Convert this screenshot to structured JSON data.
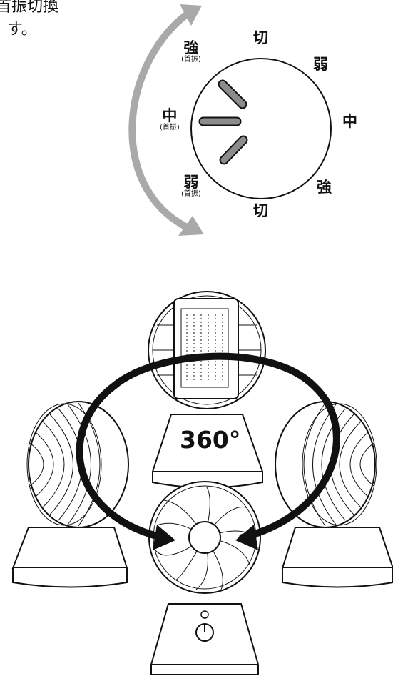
{
  "intro_text": [
    "首振切換",
    "す。"
  ],
  "dial": {
    "left_labels": [
      {
        "main": "強",
        "sub": "(首振)"
      },
      {
        "main": "中",
        "sub": "(首振)"
      },
      {
        "main": "弱",
        "sub": "(首振)"
      }
    ],
    "right_labels": [
      "切",
      "弱",
      "中",
      "強",
      "切"
    ]
  },
  "rotation_label": "360°",
  "colors": {
    "arrow_gray": "#a9a9a9",
    "line": "#111111",
    "indicator_fill": "#8c8c8c"
  }
}
